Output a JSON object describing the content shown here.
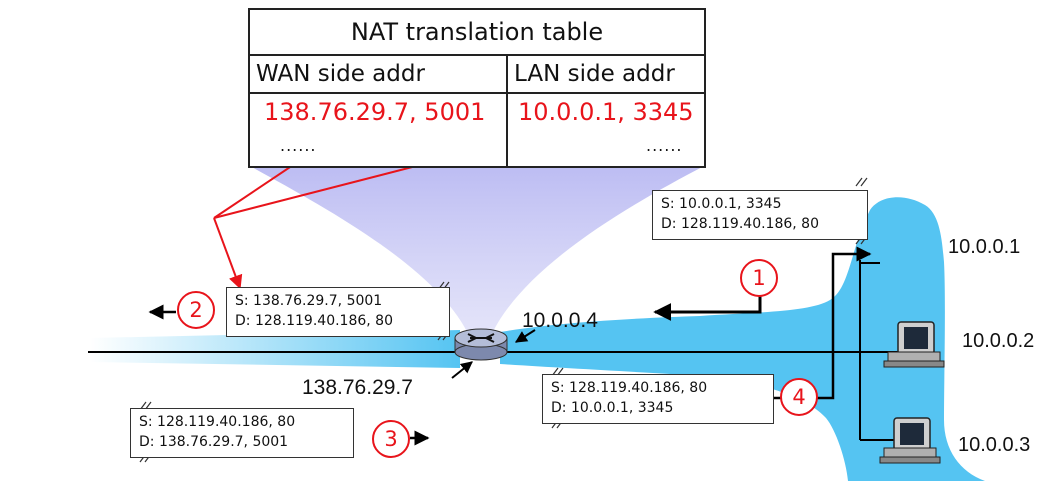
{
  "nat_table": {
    "title": "NAT translation table",
    "headers": [
      "WAN side addr",
      "LAN side addr"
    ],
    "entry": {
      "wan": "138.76.29.7, 5001",
      "lan": "10.0.0.1, 3345"
    },
    "ellipsis": "......"
  },
  "packets": [
    {
      "step": "1",
      "src": "S: 10.0.0.1, 3345",
      "dst": "D: 128.119.40.186, 80"
    },
    {
      "step": "2",
      "src": "S: 138.76.29.7, 5001",
      "dst": "D: 128.119.40.186, 80"
    },
    {
      "step": "3",
      "src": "S: 128.119.40.186, 80",
      "dst": "D: 138.76.29.7, 5001"
    },
    {
      "step": "4",
      "src": "S: 128.119.40.186, 80",
      "dst": "D: 10.0.0.1, 3345"
    }
  ],
  "addresses": {
    "router_lan": "10.0.0.4",
    "router_wan": "138.76.29.7",
    "host1": "10.0.0.1",
    "host2": "10.0.0.2",
    "host3": "10.0.0.3"
  },
  "colors": {
    "highlight": "#e8141b",
    "network": "#55c4f2",
    "beam": "#b9b9f2",
    "router": "#9aa6c8"
  }
}
